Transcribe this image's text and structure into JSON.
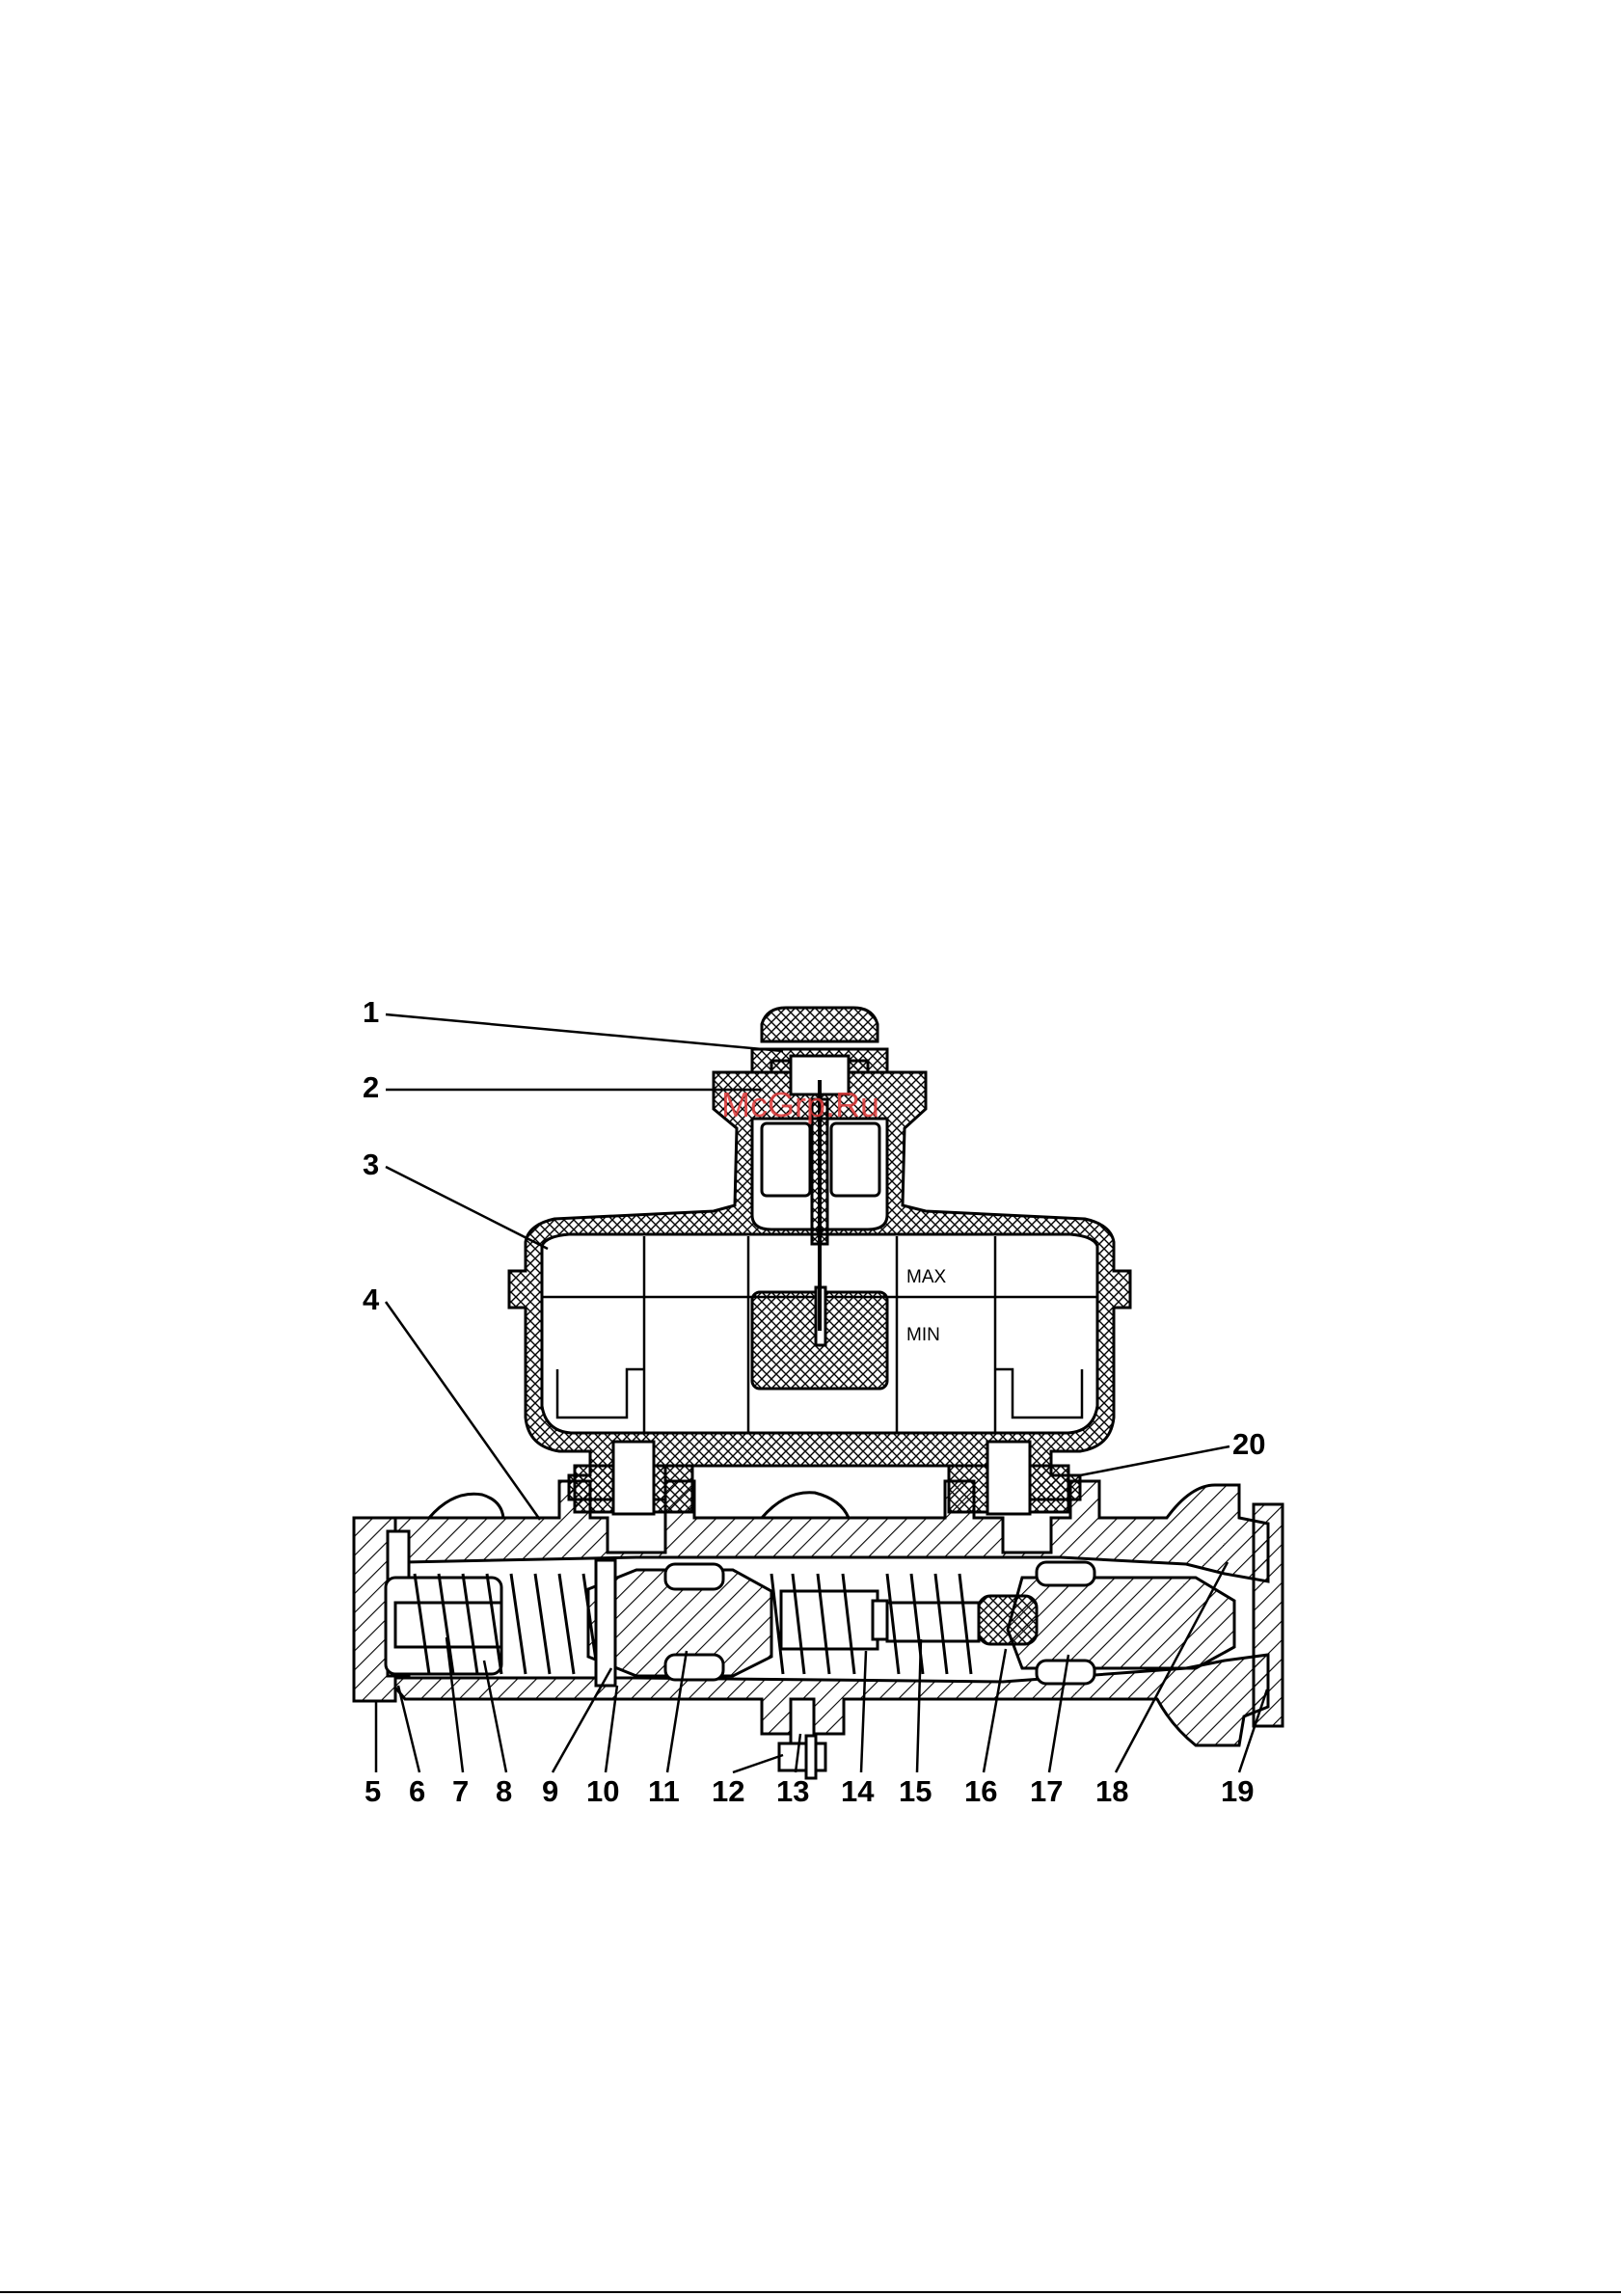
{
  "diagram": {
    "levels": {
      "max": "MAX",
      "min": "MIN"
    },
    "watermark": "McGrp.Ru",
    "callouts": [
      "1",
      "2",
      "3",
      "4",
      "5",
      "6",
      "7",
      "8",
      "9",
      "10",
      "11",
      "12",
      "13",
      "14",
      "15",
      "16",
      "17",
      "18",
      "19",
      "20"
    ]
  }
}
